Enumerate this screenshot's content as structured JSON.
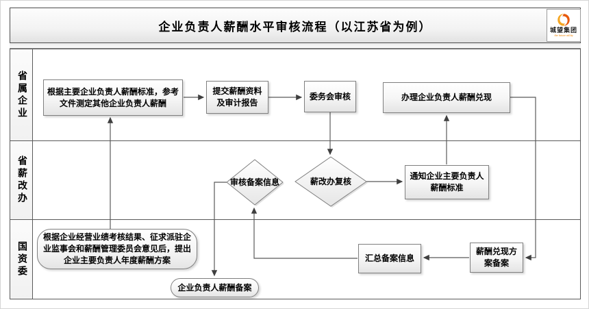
{
  "title": "企业负责人薪酬水平审核流程（以江苏省为例）",
  "logo": {
    "name": "城望集团",
    "tagline": "the future utility"
  },
  "lanes": [
    {
      "label": "省属企业"
    },
    {
      "label": "省薪改办"
    },
    {
      "label": "国资委"
    }
  ],
  "nodes": [
    {
      "id": "measure-other-leaders-pay",
      "shape": "process",
      "lane": "省属企业",
      "text": "根据主要企业负责人薪酬标准，参考文件测定其他企业负责人薪酬"
    },
    {
      "id": "submit-pay-data",
      "shape": "process",
      "lane": "省属企业",
      "text": "提交薪酬资料及审计报告"
    },
    {
      "id": "committee-review",
      "shape": "process",
      "lane": "省属企业",
      "text": "委务会审核"
    },
    {
      "id": "handle-pay-cashing",
      "shape": "process",
      "lane": "省属企业",
      "text": "办理企业负责人薪酬兑现"
    },
    {
      "id": "review-filing-info",
      "shape": "decision",
      "lane": "省薪改办",
      "text": "审核备案信息"
    },
    {
      "id": "pay-reform-office-recheck",
      "shape": "decision",
      "lane": "省薪改办",
      "text": "薪改办复核"
    },
    {
      "id": "notify-pay-standard",
      "shape": "process",
      "lane": "省薪改办",
      "text": "通知企业主要负责人薪酬标准"
    },
    {
      "id": "propose-annual-pay-plan",
      "shape": "rounded",
      "lane": "国资委",
      "text": "根据企业经营业绩考核结果、征求派驻企业监事会和薪酬管理委员会意见后，提出企业主要负责人年度薪酬方案"
    },
    {
      "id": "leader-pay-filing",
      "shape": "rounded",
      "lane": "国资委",
      "text": "企业负责人薪酬备案"
    },
    {
      "id": "summarize-filing-info",
      "shape": "process",
      "lane": "国资委",
      "text": "汇总备案信息"
    },
    {
      "id": "pay-cashing-plan-filing",
      "shape": "process",
      "lane": "国资委",
      "text": "薪酬兑现方案备案"
    }
  ],
  "colors": {
    "connector": "#595959",
    "box_border": "#7f7f7f",
    "title_border": "#4d4d4d",
    "logo_orange": "#ef8200"
  }
}
